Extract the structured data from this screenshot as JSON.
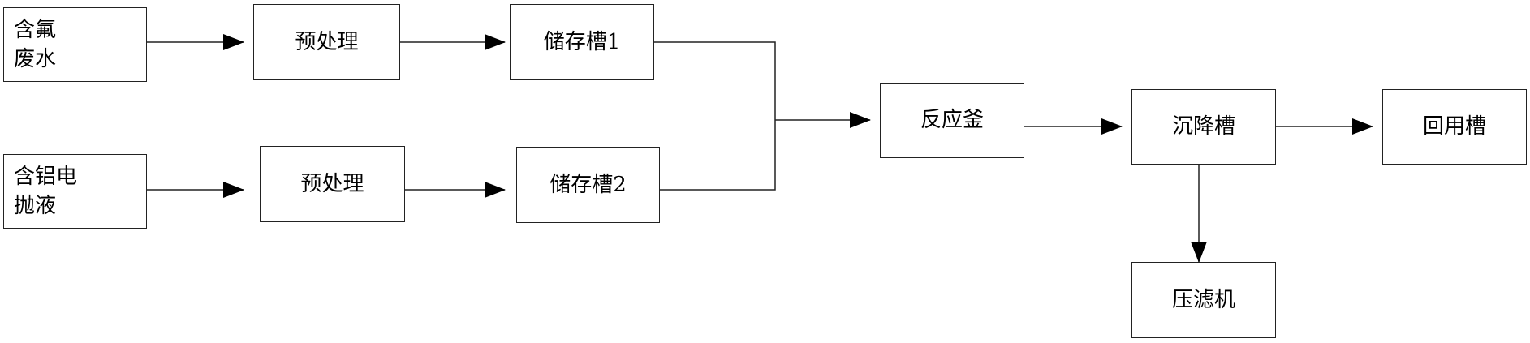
{
  "nodes": {
    "fluoride_wastewater": "含氟\n废水",
    "pretreat_1": "预处理",
    "storage_1": "储存槽1",
    "aluminum_polish": "含铝电\n抛液",
    "pretreat_2": "预处理",
    "storage_2": "储存槽2",
    "reactor": "反应釜",
    "settling_tank": "沉降槽",
    "reuse_tank": "回用槽",
    "filter_press": "压滤机"
  }
}
